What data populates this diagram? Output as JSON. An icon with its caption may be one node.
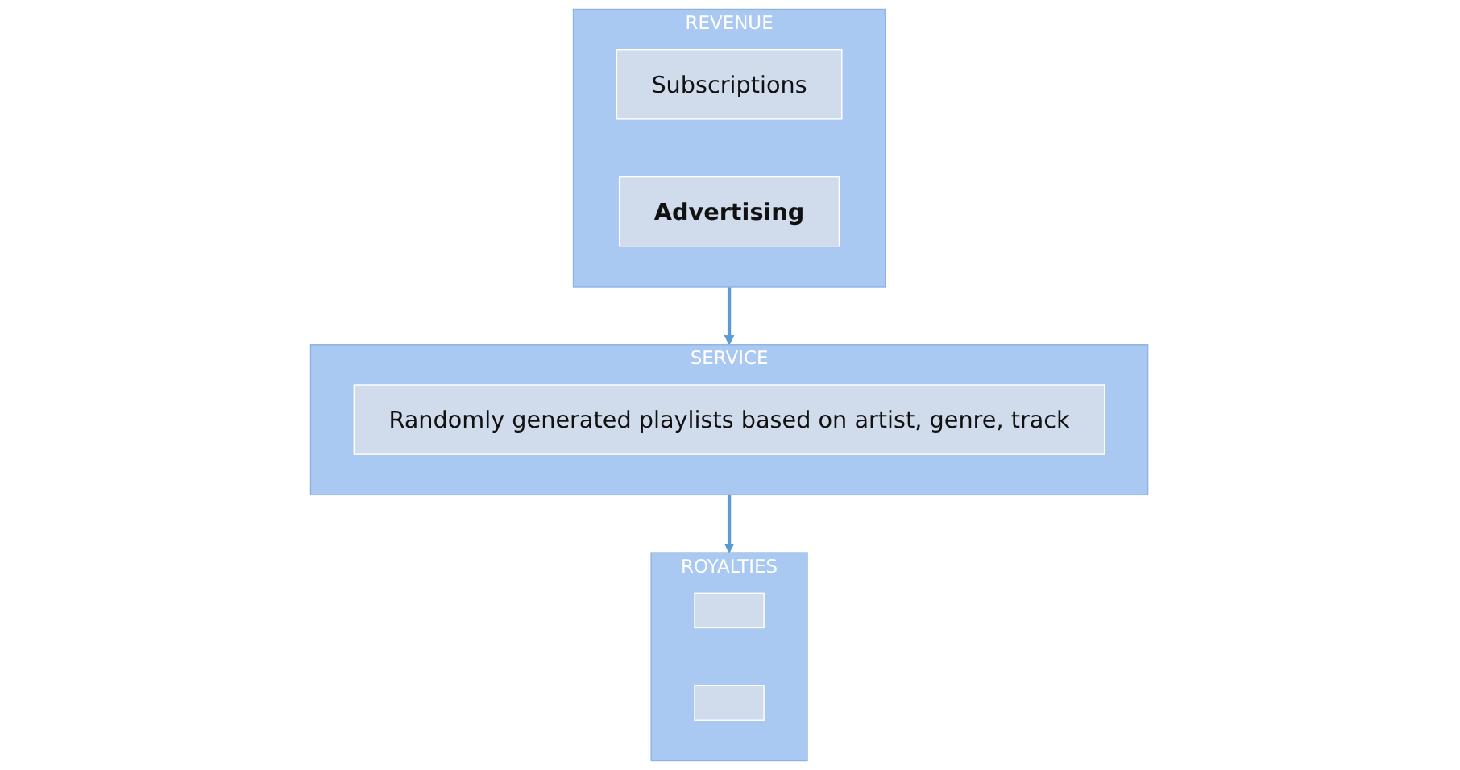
{
  "diagram": {
    "nodes": [
      {
        "text": [
          "REVENUE"
        ]
      },
      {
        "text": [
          "Subscriptions"
        ],
        "in": 0
      },
      {
        "text": [
          "Advertising"
        ],
        "in": 0
      },
      {
        "text": [
          "SERVICE"
        ]
      },
      {
        "text": [
          "Randomly generated playlists based on artist, genre, track"
        ],
        "in": 3
      },
      {
        "text": [
          "ROYALTIES"
        ]
      },
      {
        "text": [],
        "shape": "box",
        "in": 5
      },
      {
        "text": [],
        "shape": "box",
        "in": 5
      }
    ],
    "edges": [
      {
        "from": 0,
        "to": 3,
        "arrow": "to"
      },
      {
        "from": 3,
        "to": 5,
        "arrow": "to"
      }
    ]
  }
}
